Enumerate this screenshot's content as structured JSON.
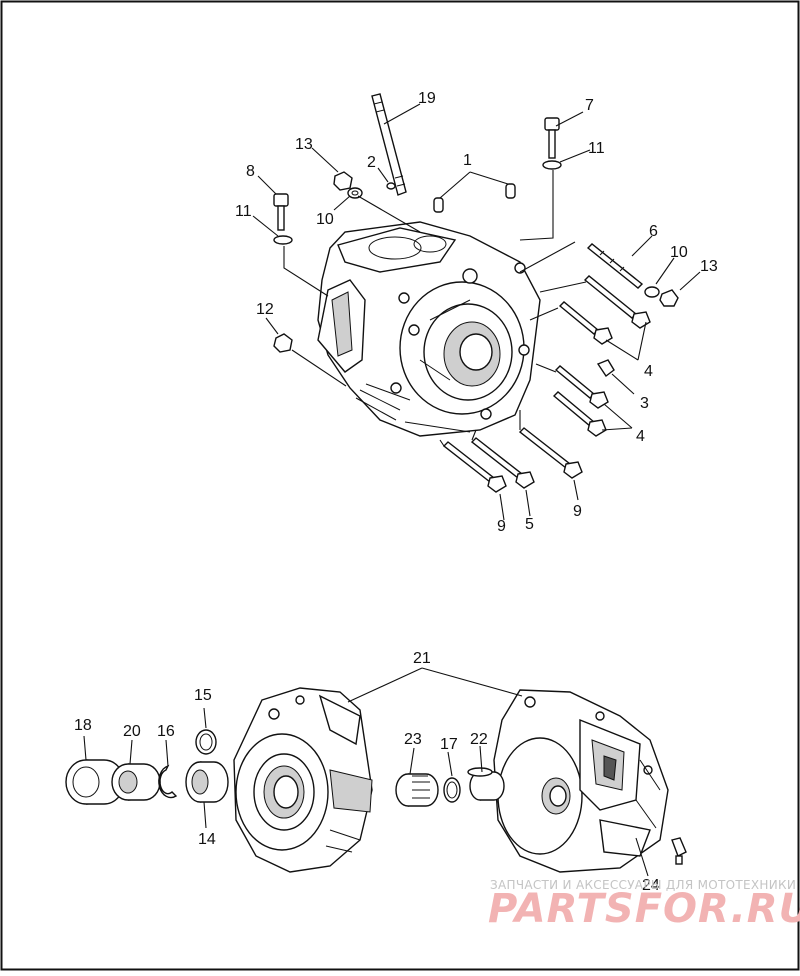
{
  "diagram": {
    "callouts": [
      "19",
      "7",
      "13",
      "2",
      "1",
      "11",
      "8",
      "10",
      "6",
      "10",
      "13",
      "11",
      "12",
      "4",
      "3",
      "4",
      "9",
      "5",
      "9",
      "21",
      "15",
      "18",
      "20",
      "16",
      "23",
      "17",
      "22",
      "14",
      "24"
    ]
  },
  "watermark": {
    "text": "ЗАПЧАСТИ И АКСЕССУАРЫ ДЛЯ МОТОТЕХНИКИ",
    "logo": "PARTSFOR.RU"
  },
  "colors": {
    "line": "#111111",
    "background": "#ffffff",
    "watermark_logo": "#f2b3b3",
    "watermark_text": "#c4c4c4"
  }
}
